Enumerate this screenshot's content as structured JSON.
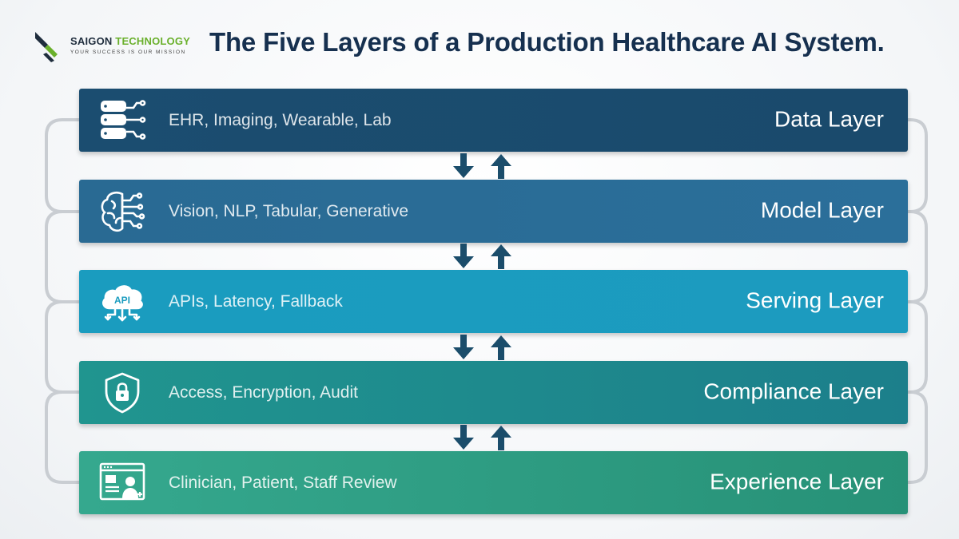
{
  "header": {
    "brand_word1": "SAIGON",
    "brand_word2": "TECHNOLOGY",
    "tagline": "YOUR SUCCESS IS OUR MISSION",
    "title": "The Five Layers of a Production Healthcare AI System."
  },
  "layers": [
    {
      "name": "Data Layer",
      "description": "EHR, Imaging, Wearable, Lab",
      "icon": "database-icon",
      "color_left": "#1b4d70",
      "color_right": "#1a4a6c"
    },
    {
      "name": "Model Layer",
      "description": "Vision, NLP, Tabular, Generative",
      "icon": "brain-circuit-icon",
      "color_left": "#296a93",
      "color_right": "#2b6f9a"
    },
    {
      "name": "Serving Layer",
      "description": "APIs, Latency, Fallback",
      "icon": "cloud-api-icon",
      "color_left": "#1a9cbf",
      "color_right": "#1c9bbf"
    },
    {
      "name": "Compliance Layer",
      "description": "Access, Encryption, Audit",
      "icon": "shield-lock-icon",
      "color_left": "#20958f",
      "color_right": "#1c7f8b"
    },
    {
      "name": "Experience Layer",
      "description": "Clinician, Patient, Staff Review",
      "icon": "user-profile-screen-icon",
      "color_left": "#35a88e",
      "color_right": "#279177"
    }
  ],
  "colors": {
    "title": "#16304f",
    "brand_dark": "#1f2d3d",
    "brand_green": "#6ab02c",
    "arrow": "#1b4d6b",
    "connector": "#c9cdd2"
  }
}
